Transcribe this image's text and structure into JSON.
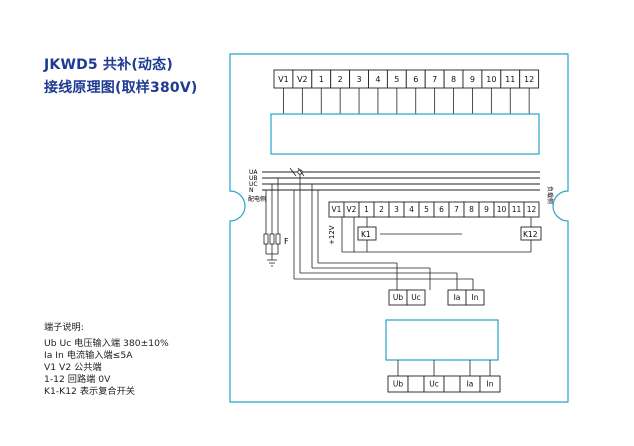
{
  "title": {
    "line1": "JKWD5 共补(动态)",
    "line2": "接线原理图(取样380V)"
  },
  "notes": {
    "heading": "端子说明:",
    "items": [
      "Ub  Uc  电压输入端 380±10%",
      "Ia  In  电流输入端≤5A",
      "V1  V2  公共端",
      "1-12  回路端 0V",
      "K1-K12 表示复合开关"
    ]
  },
  "top_terminals": [
    "V1",
    "V2",
    "1",
    "2",
    "3",
    "4",
    "5",
    "6",
    "7",
    "8",
    "9",
    "10",
    "11",
    "12"
  ],
  "mid_terminals": [
    "V1",
    "V2",
    "1",
    "2",
    "3",
    "4",
    "5",
    "6",
    "7",
    "8",
    "9",
    "10",
    "11",
    "12"
  ],
  "bus_labels": [
    "UA",
    "UB",
    "UC",
    "N"
  ],
  "distribution_label": "配电侧",
  "load_label": "负载侧",
  "voltage_label": "+12V",
  "switch_first": "K1",
  "switch_last": "K12",
  "breaker_label": "F",
  "meter_terminals": [
    "Ub",
    "Uc",
    "Ia",
    "In"
  ],
  "bottom_terminals": [
    "Ub",
    "Uc",
    "Ia",
    "In"
  ],
  "colors": {
    "frame": "#29a3c9",
    "title": "#1f3a93",
    "line": "#222222"
  }
}
